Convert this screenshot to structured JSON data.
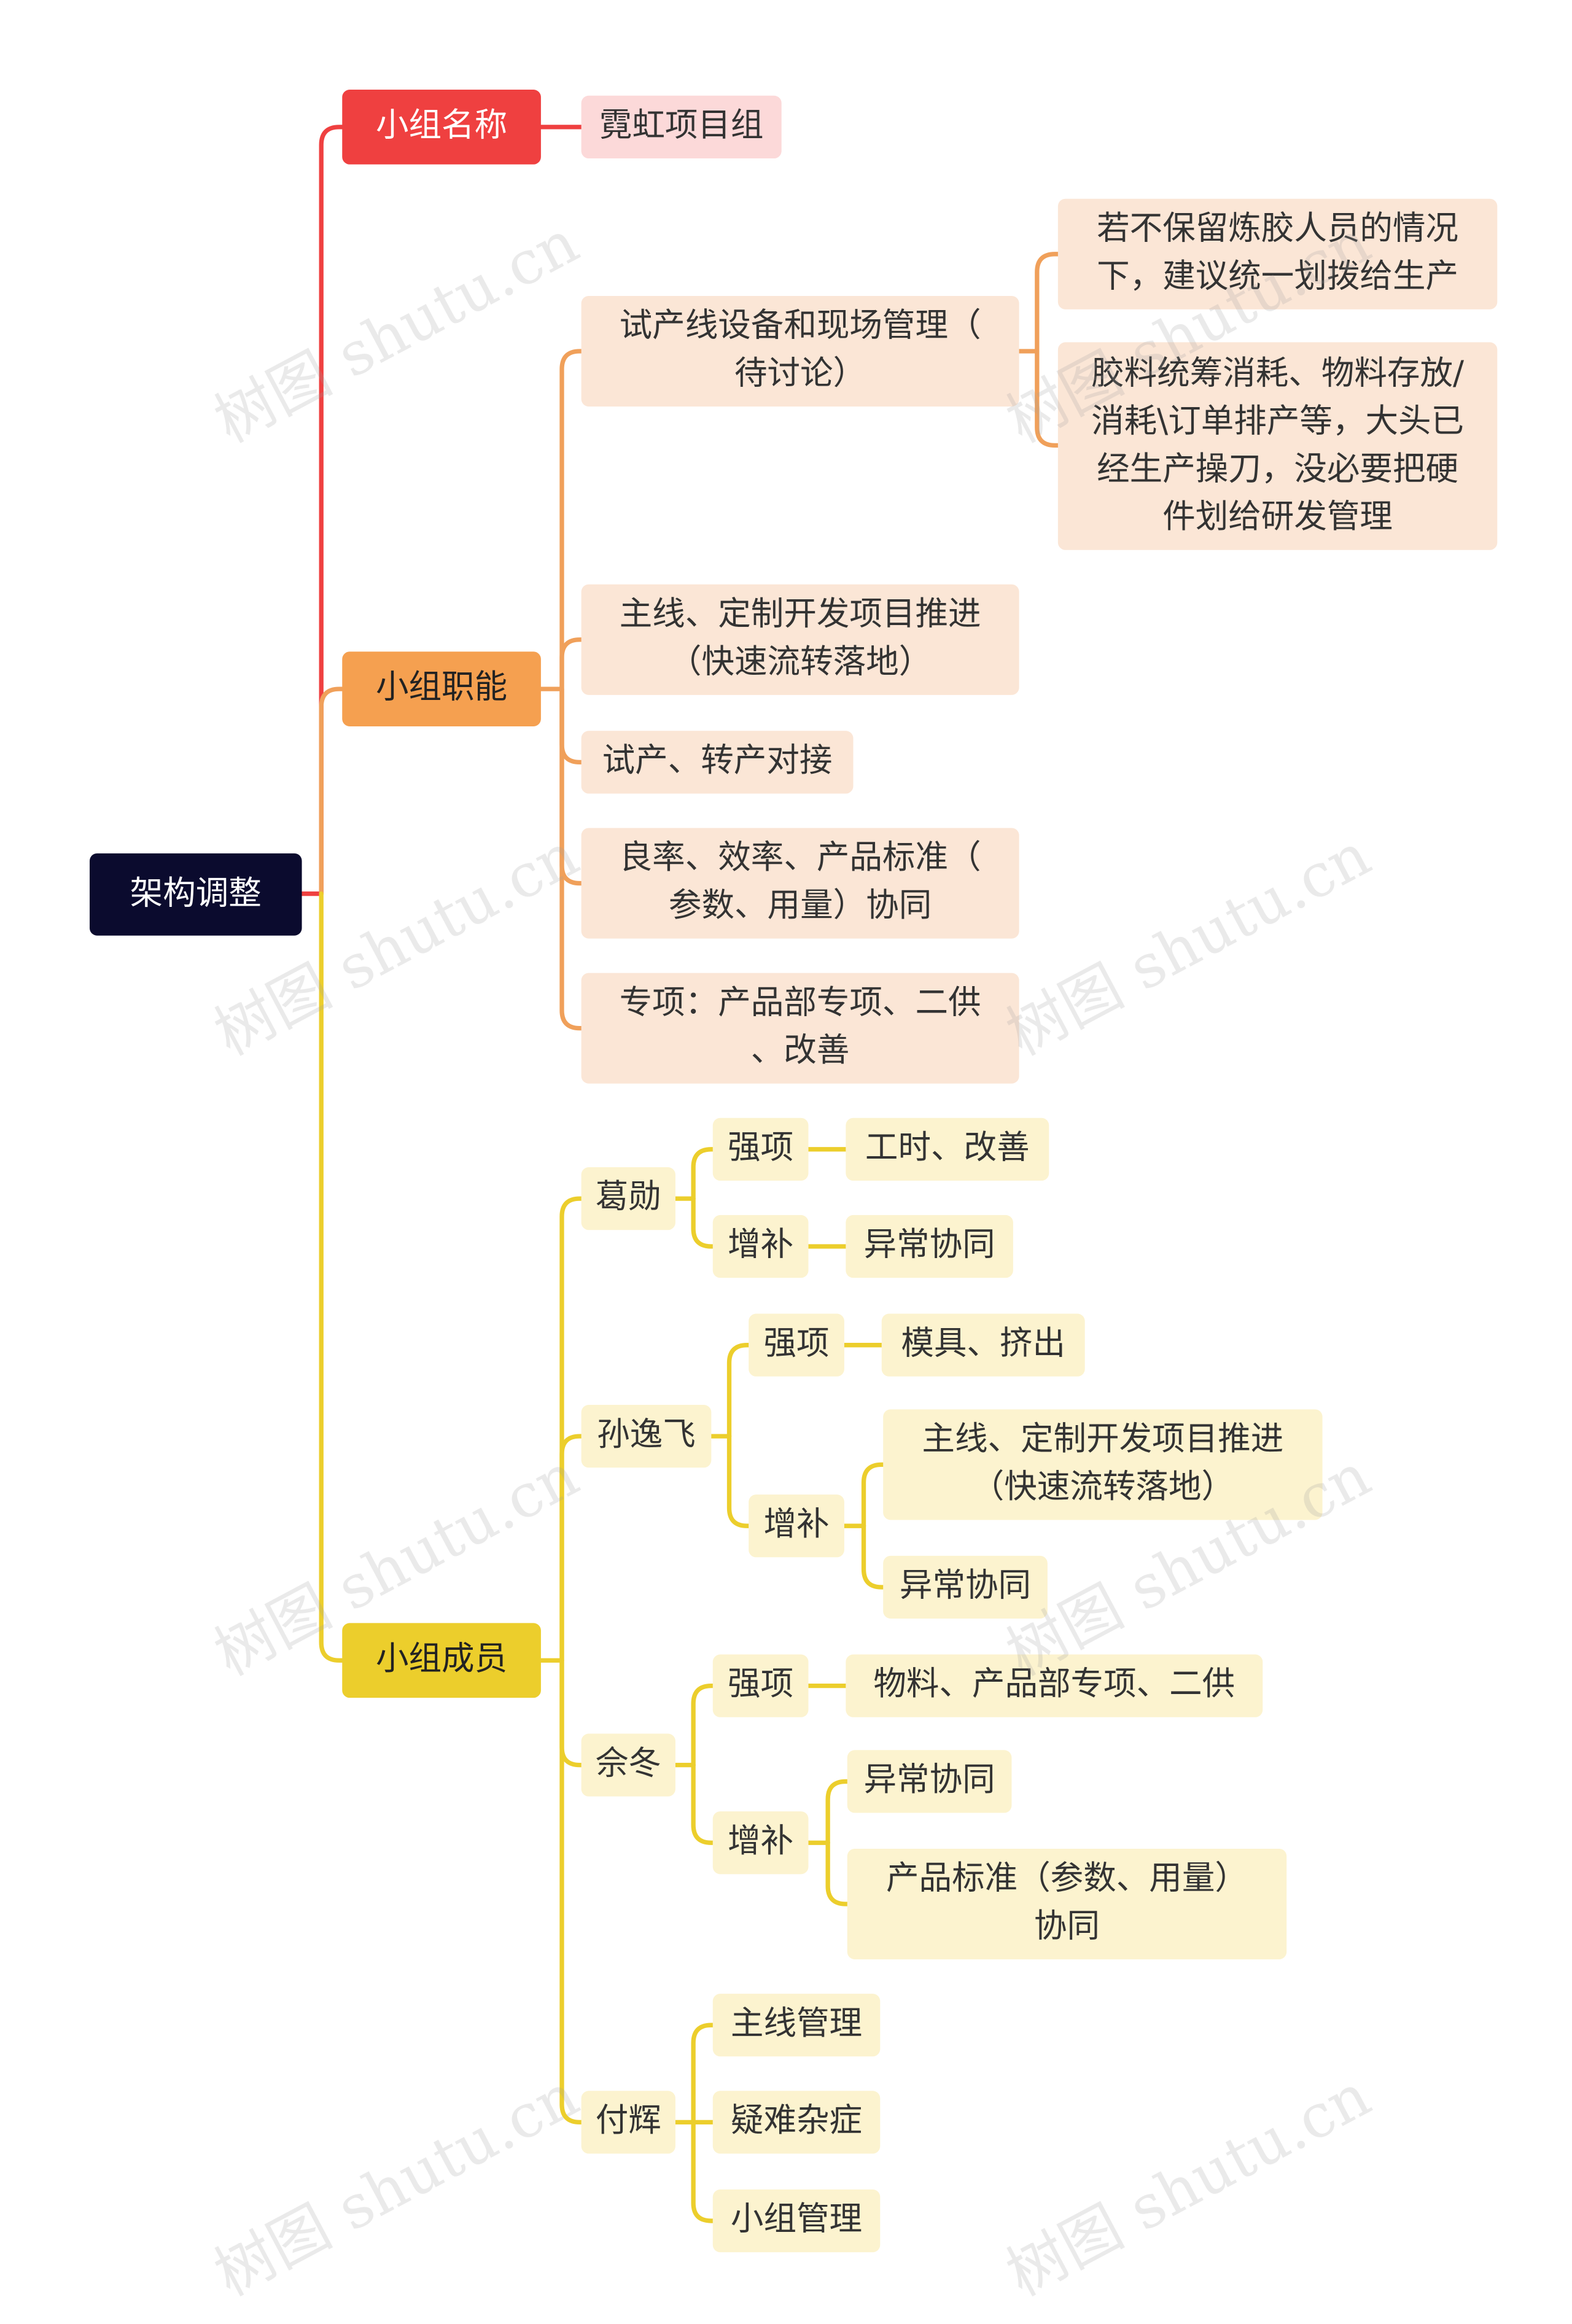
{
  "root": "架构调整",
  "colors": {
    "red": "#ef4040",
    "orange": "#f0a05a",
    "yellow": "#ecce2c",
    "root": "#0b0b2e"
  },
  "name_section": {
    "label": "小组名称",
    "value": "霓虹项目组"
  },
  "function_section": {
    "label": "小组职能",
    "items": [
      {
        "text": "试产线设备和现场管理（\n待讨论）",
        "notes": [
          "若不保留炼胶人员的情况\n下，建议统一划拨给生产",
          "胶料统筹消耗、物料存放/\n消耗\\订单排产等，大头已\n经生产操刀，没必要把硬\n件划给研发管理"
        ]
      },
      {
        "text": "主线、定制开发项目推进\n（快速流转落地）"
      },
      {
        "text": "试产、转产对接"
      },
      {
        "text": "良率、效率、产品标准（\n参数、用量）协同"
      },
      {
        "text": "专项：产品部专项、二供\n、改善"
      }
    ]
  },
  "members_section": {
    "label": "小组成员",
    "members": [
      {
        "name": "葛勋",
        "strong_label": "强项",
        "strong": [
          "工时、改善"
        ],
        "supplement_label": "增补",
        "supplement": [
          "异常协同"
        ]
      },
      {
        "name": "孙逸飞",
        "strong_label": "强项",
        "strong": [
          "模具、挤出"
        ],
        "supplement_label": "增补",
        "supplement": [
          "主线、定制开发项目推进\n（快速流转落地）",
          "异常协同"
        ]
      },
      {
        "name": "佘冬",
        "strong_label": "强项",
        "strong": [
          "物料、产品部专项、二供"
        ],
        "supplement_label": "增补",
        "supplement": [
          "异常协同",
          "产品标准（参数、用量）\n协同"
        ]
      },
      {
        "name": "付辉",
        "duties": [
          "主线管理",
          "疑难杂症",
          "小组管理"
        ]
      }
    ]
  },
  "watermark": "树图 shutu.cn"
}
